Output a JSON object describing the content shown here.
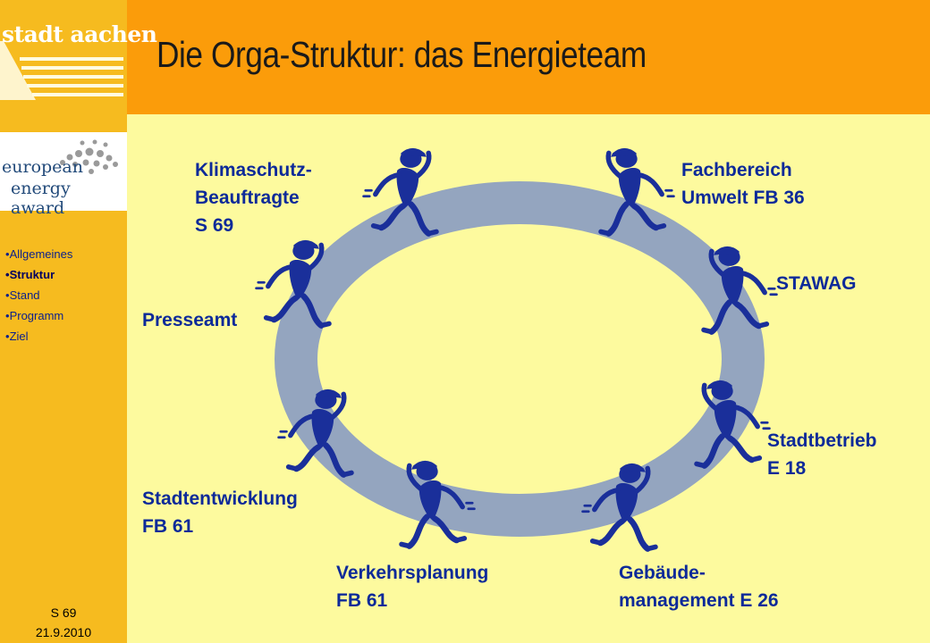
{
  "header": {
    "title": "Die Orga-Struktur: das Energieteam"
  },
  "logo": {
    "text": "stadt aachen"
  },
  "badge": {
    "line1": "european",
    "line2": "energy award"
  },
  "nav": {
    "items": [
      {
        "label": "Allgemeines",
        "active": false
      },
      {
        "label": "Struktur",
        "active": true
      },
      {
        "label": "Stand",
        "active": false
      },
      {
        "label": "Programm",
        "active": false
      },
      {
        "label": "Ziel",
        "active": false
      }
    ],
    "bullet": "•"
  },
  "footer": {
    "code": "S 69",
    "date": "21.9.2010"
  },
  "diagram": {
    "members": [
      {
        "lines": [
          "Klimaschutz-",
          "Beauftragte",
          "S 69"
        ]
      },
      {
        "lines": [
          "Fachbereich",
          "Umwelt FB 36"
        ]
      },
      {
        "lines": [
          "STAWAG"
        ]
      },
      {
        "lines": [
          "Stadtbetrieb",
          "E 18"
        ]
      },
      {
        "lines": [
          "Gebäude-",
          "management E 26"
        ]
      },
      {
        "lines": [
          "Verkehrsplanung",
          "FB 61"
        ]
      },
      {
        "lines": [
          "Stadtentwicklung",
          "FB 61"
        ]
      },
      {
        "lines": [
          "Presseamt"
        ]
      }
    ]
  },
  "colors": {
    "sidebar": "#f6bb1f",
    "header": "#fb9c0a",
    "background": "#fdfa9e",
    "ring": "#94a5bf",
    "figure": "#1a2f9a",
    "label": "#0d2a99"
  }
}
